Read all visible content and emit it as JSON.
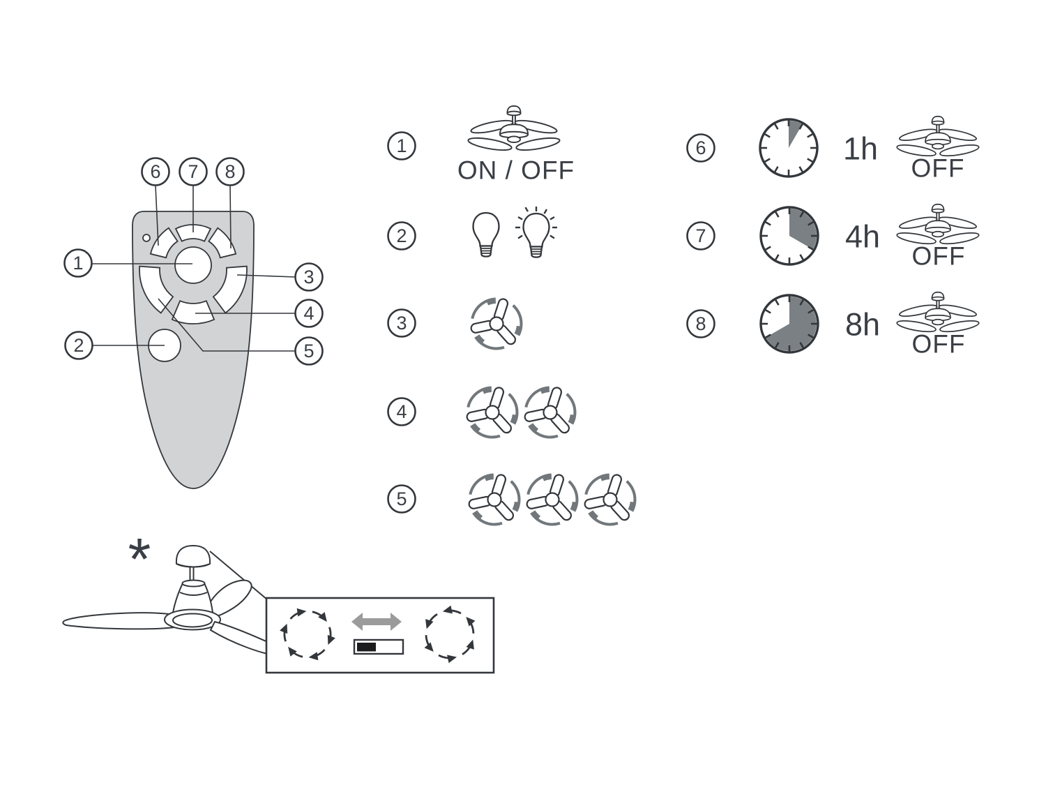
{
  "colors": {
    "ink": "#33373b",
    "text": "#3a3e45",
    "remote_body": "#d2d3d5",
    "motion_gray": "#71777a",
    "wedge_gray": "#7a8083",
    "arrow_gray": "#9b9b9b",
    "slider_dark": "#1c1c1c"
  },
  "remote": {
    "figure": "remote-control-callout-diagram",
    "callouts": [
      "1",
      "2",
      "3",
      "4",
      "5",
      "6",
      "7",
      "8"
    ]
  },
  "legend_rows": [
    {
      "num": "1",
      "label": "ON / OFF",
      "icons": [
        "ceiling-fan-icon"
      ]
    },
    {
      "num": "2",
      "icons": [
        "bulb-off-icon",
        "bulb-on-icon"
      ]
    },
    {
      "num": "3",
      "icons": [
        "spinning-fan-icon"
      ],
      "fan_count": 1
    },
    {
      "num": "4",
      "icons": [
        "spinning-fan-icon"
      ],
      "fan_count": 2
    },
    {
      "num": "5",
      "icons": [
        "spinning-fan-icon"
      ],
      "fan_count": 3
    }
  ],
  "timer_rows": [
    {
      "num": "6",
      "wedge_deg": 30,
      "duration": "1h",
      "state": "OFF",
      "icons": [
        "timer-clock-icon",
        "ceiling-fan-icon"
      ]
    },
    {
      "num": "7",
      "wedge_deg": 120,
      "duration": "4h",
      "state": "OFF",
      "icons": [
        "timer-clock-icon",
        "ceiling-fan-icon"
      ]
    },
    {
      "num": "8",
      "wedge_deg": 240,
      "duration": "8h",
      "state": "OFF",
      "icons": [
        "timer-clock-icon",
        "ceiling-fan-icon"
      ]
    }
  ],
  "direction_note": {
    "marker": "*",
    "left_rotation": "clockwise",
    "right_rotation": "counterclockwise",
    "icons": [
      "rotate-clockwise-icon",
      "direction-toggle-arrow-icon",
      "direction-switch-icon",
      "rotate-counterclockwise-icon"
    ]
  }
}
